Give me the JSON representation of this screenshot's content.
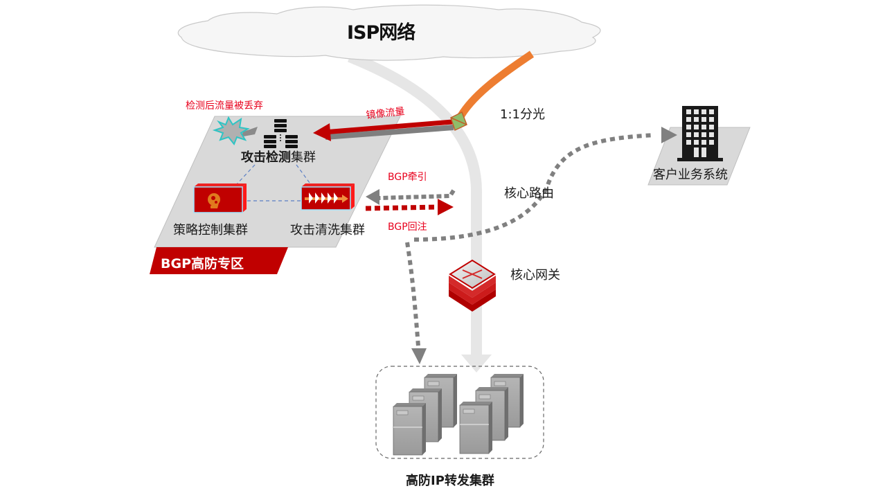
{
  "diagram": {
    "isp_cloud": {
      "label": "ISP网络"
    },
    "splitter": {
      "label": "1:1分光"
    },
    "mirror_flow": {
      "label": "镜像流量"
    },
    "drop_note": {
      "label": "检测后流量被丢弃"
    },
    "zone": {
      "label": "BGP高防专区",
      "detection_cluster": {
        "label_bold": "攻击检测",
        "label_normal": "集群"
      },
      "policy_cluster": {
        "label": "策略控制集群"
      },
      "scrubbing_cluster": {
        "label": "攻击清洗集群"
      }
    },
    "bgp_divert": {
      "label": "BGP牵引"
    },
    "bgp_reinject": {
      "label": "BGP回注"
    },
    "core_router": {
      "label": "核心路由"
    },
    "core_gateway": {
      "label": "核心网关"
    },
    "customer_system": {
      "label": "客户业务系统"
    },
    "forwarding_cluster": {
      "label": "高防IP转发集群"
    }
  },
  "colors": {
    "accent_red": "#c00000",
    "label_red": "#e8001c",
    "orange_fiber": "#ed7d31",
    "splitter_green": "#8fbc6a",
    "zone_gray": "#d9d9d9",
    "dotted_gray": "#808080",
    "main_path_gray": "#e6e6e6"
  }
}
